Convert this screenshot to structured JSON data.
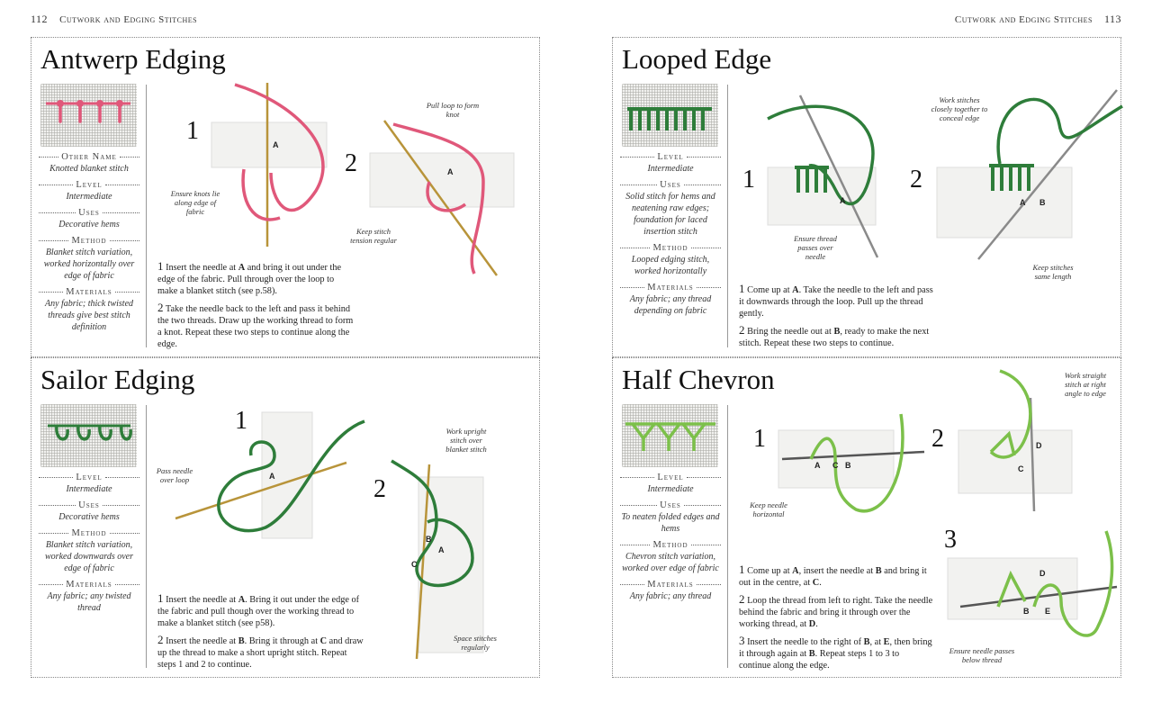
{
  "header": {
    "left_num": "112",
    "left_title": "Cutwork and Edging Stitches",
    "right_title": "Cutwork and Edging Stitches",
    "right_num": "113"
  },
  "colors": {
    "pink": "#e0587a",
    "green_dark": "#2e7d3a",
    "green_light": "#7cc04a"
  },
  "antwerp": {
    "title": "Antwerp Edging",
    "other_name_head": "Other Name",
    "other_name": "Knotted blanket stitch",
    "level_head": "Level",
    "level": "Intermediate",
    "uses_head": "Uses",
    "uses": "Decorative hems",
    "method_head": "Method",
    "method": "Blanket stitch variation, worked horizontally over edge of fabric",
    "materials_head": "Materials",
    "materials": "Any fabric; thick twisted threads give best stitch definition",
    "step_labels": [
      "1",
      "2"
    ],
    "ann_knots": "Ensure knots lie along edge of fabric",
    "ann_pull": "Pull loop to form knot",
    "ann_tension": "Keep stitch tension regular",
    "step1": "Insert the needle at A and bring it out under the edge of the fabric. Pull through over the loop to make a blanket stitch (see p.58).",
    "step2": "Take the needle back to the left and pass it behind the two threads. Draw up the working thread to form a knot. Repeat these two steps to continue along the edge."
  },
  "sailor": {
    "title": "Sailor Edging",
    "level_head": "Level",
    "level": "Intermediate",
    "uses_head": "Uses",
    "uses": "Decorative hems",
    "method_head": "Method",
    "method": "Blanket stitch variation, worked downwards over edge of fabric",
    "materials_head": "Materials",
    "materials": "Any fabric; any twisted thread",
    "step_labels": [
      "1",
      "2"
    ],
    "ann_pass": "Pass needle over loop",
    "ann_upright": "Work upright stitch over blanket stitch",
    "ann_space": "Space stitches regularly",
    "step1": "Insert the needle at A. Bring it out under the edge of the fabric and pull though over the working thread to make a blanket stitch (see p58).",
    "step2": "Insert the needle at B. Bring it through at C and draw up the thread to make a short upright stitch. Repeat steps 1 and 2 to continue."
  },
  "looped": {
    "title": "Looped Edge",
    "level_head": "Level",
    "level": "Intermediate",
    "uses_head": "Uses",
    "uses": "Solid stitch for hems and neatening raw edges; foundation for laced insertion stitch",
    "method_head": "Method",
    "method": "Looped edging stitch, worked horizontally",
    "materials_head": "Materials",
    "materials": "Any fabric; any thread depending on fabric",
    "step_labels": [
      "1",
      "2"
    ],
    "ann_close": "Work stitches closely together to conceal edge",
    "ann_passes": "Ensure thread passes over needle",
    "ann_same": "Keep stitches same length",
    "step1": "Come up at A. Take the needle to the left and pass it downwards through the loop. Pull up the thread gently.",
    "step2": "Bring the needle out at B, ready to make the next stitch. Repeat these two steps to continue."
  },
  "chevron": {
    "title": "Half Chevron",
    "level_head": "Level",
    "level": "Intermediate",
    "uses_head": "Uses",
    "uses": "To neaten folded edges and hems",
    "method_head": "Method",
    "method": "Chevron stitch variation, worked over edge of fabric",
    "materials_head": "Materials",
    "materials": "Any fabric; any thread",
    "step_labels": [
      "1",
      "2",
      "3"
    ],
    "ann_straight": "Work straight stitch at right angle to edge",
    "ann_horizontal": "Keep needle horizontal",
    "ann_below": "Ensure needle passes below thread",
    "step1": "Come up at A, insert the needle at B and bring it out in the centre, at C.",
    "step2": "Loop the thread from left to right. Take the needle behind the fabric and bring it through over the working thread, at D.",
    "step3": "Insert the needle to the right of B, at E, then bring it through again at B. Repeat steps 1 to 3 to continue along the edge."
  }
}
